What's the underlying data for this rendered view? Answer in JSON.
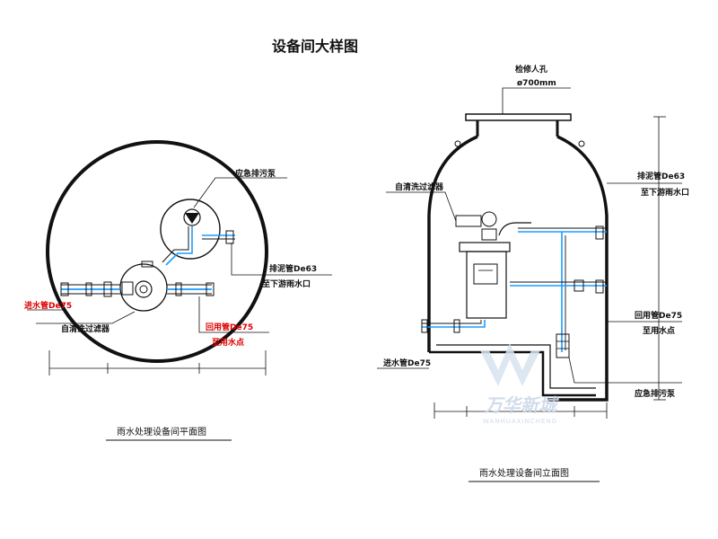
{
  "title": "设备间大样图",
  "plan": {
    "caption": "雨水处理设备间平面图",
    "labels": {
      "pump": "应急排污泵",
      "sludge_pipe": "排泥管De63",
      "sludge_dest": "至下游雨水口",
      "inlet_pipe": "进水管De75",
      "filter": "自清洗过滤器",
      "reuse_pipe": "回用管De75",
      "reuse_dest": "至用水点"
    }
  },
  "section": {
    "caption": "雨水处理设备间立面图",
    "labels": {
      "manhole": "检修人孔",
      "manhole_size": "ø700mm",
      "filter": "自清洗过滤器",
      "sludge_pipe": "排泥管De63",
      "sludge_dest": "至下游雨水口",
      "reuse_pipe": "回用管De75",
      "reuse_dest": "至用水点",
      "inlet_pipe": "进水管De75",
      "pump": "应急排污泵"
    }
  },
  "watermark": {
    "brand": "万华新城",
    "sub": "WANHUAXINCHENG"
  },
  "colors": {
    "line": "#111111",
    "pipe": "#1a9cff",
    "highlight": "#e00000",
    "watermark": "#c9d6e8"
  }
}
